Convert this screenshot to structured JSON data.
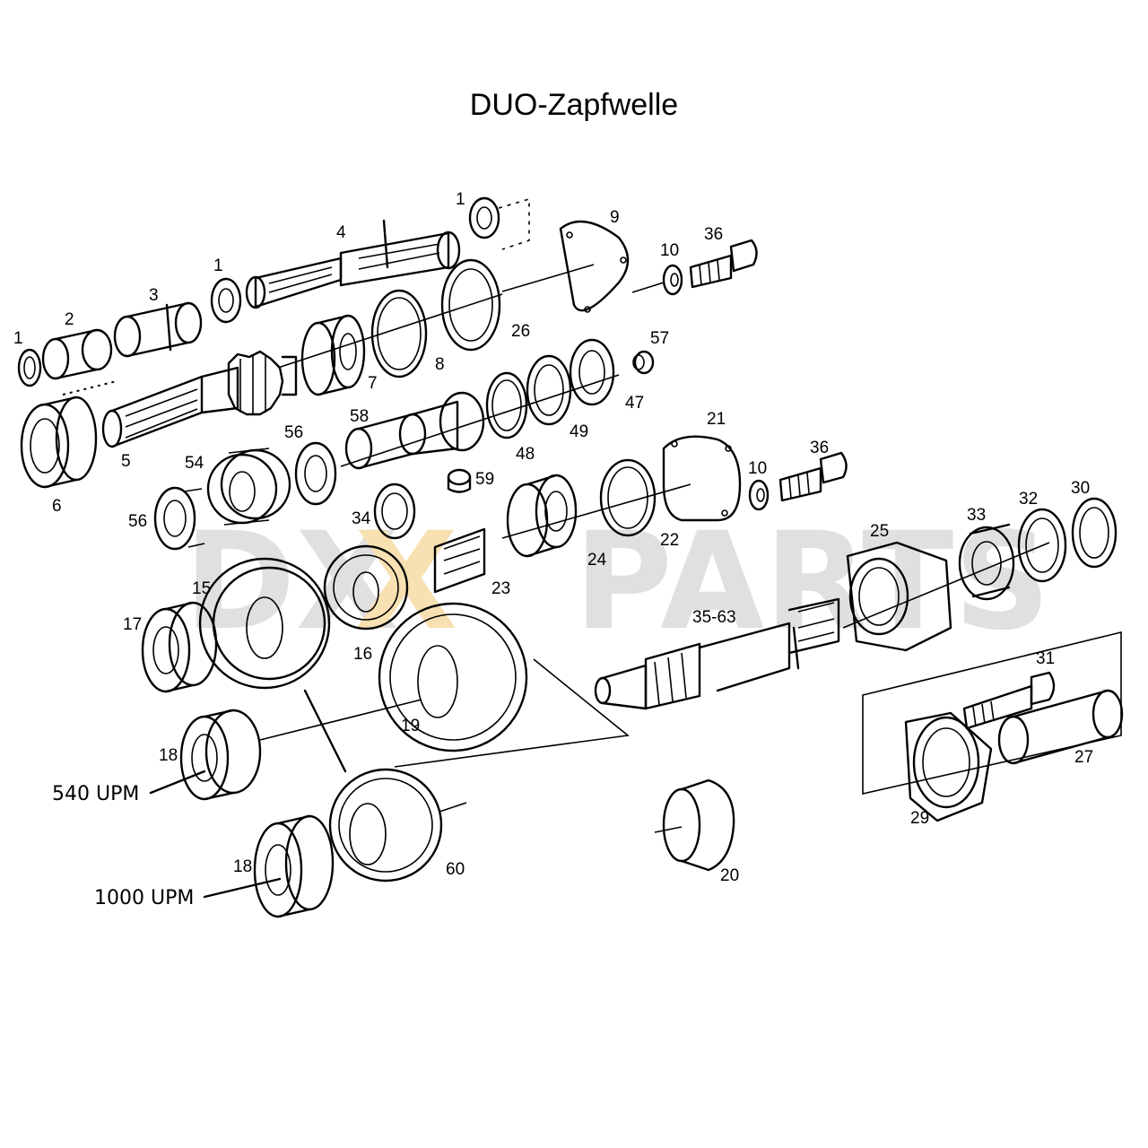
{
  "title": "DUO-Zapfwelle",
  "watermark": {
    "left": "DX",
    "middle": "X",
    "right": "PARTS",
    "gray_color": "#c8c8c8",
    "accent_color": "#f2c873"
  },
  "labels": {
    "p1a": "1",
    "p2": "2",
    "p3": "3",
    "p1b": "1",
    "p4": "4",
    "p1c": "1",
    "p9": "9",
    "p10a": "10",
    "p36a": "36",
    "p26": "26",
    "p8": "8",
    "p7": "7",
    "p6": "6",
    "p5": "5",
    "p57": "57",
    "p47": "47",
    "p49": "49",
    "p48": "48",
    "p58": "58",
    "p56a": "56",
    "p54": "54",
    "p56b": "56",
    "p59": "59",
    "p21": "21",
    "p36b": "36",
    "p10b": "10",
    "p22": "22",
    "p24": "24",
    "p34": "34",
    "p23": "23",
    "p15": "15",
    "p16": "16",
    "p17": "17",
    "p25": "25",
    "p33": "33",
    "p32": "32",
    "p30": "30",
    "p3563": "35-63",
    "p19": "19",
    "p18a": "18",
    "p31": "31",
    "p27": "27",
    "p29": "29",
    "p18b": "18",
    "p60": "60",
    "p20": "20"
  },
  "speeds": {
    "s540": "540 UPM",
    "s1000": "1000 UPM"
  }
}
